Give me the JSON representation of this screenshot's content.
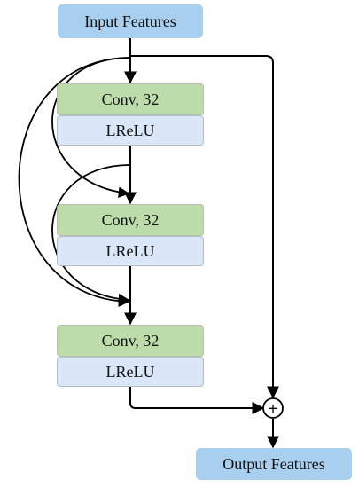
{
  "input_label": "Input Features",
  "output_label": "Output Features",
  "blocks": [
    {
      "conv_label": "Conv, 32",
      "activation_label": "LReLU"
    },
    {
      "conv_label": "Conv, 32",
      "activation_label": "LReLU"
    },
    {
      "conv_label": "Conv, 32",
      "activation_label": "LReLU"
    }
  ],
  "sum_symbol": "+",
  "colors": {
    "io_fill": "#a9cfee",
    "conv_fill": "#bcdca9",
    "activation_fill": "#dae7f8",
    "arrow": "#000000"
  }
}
